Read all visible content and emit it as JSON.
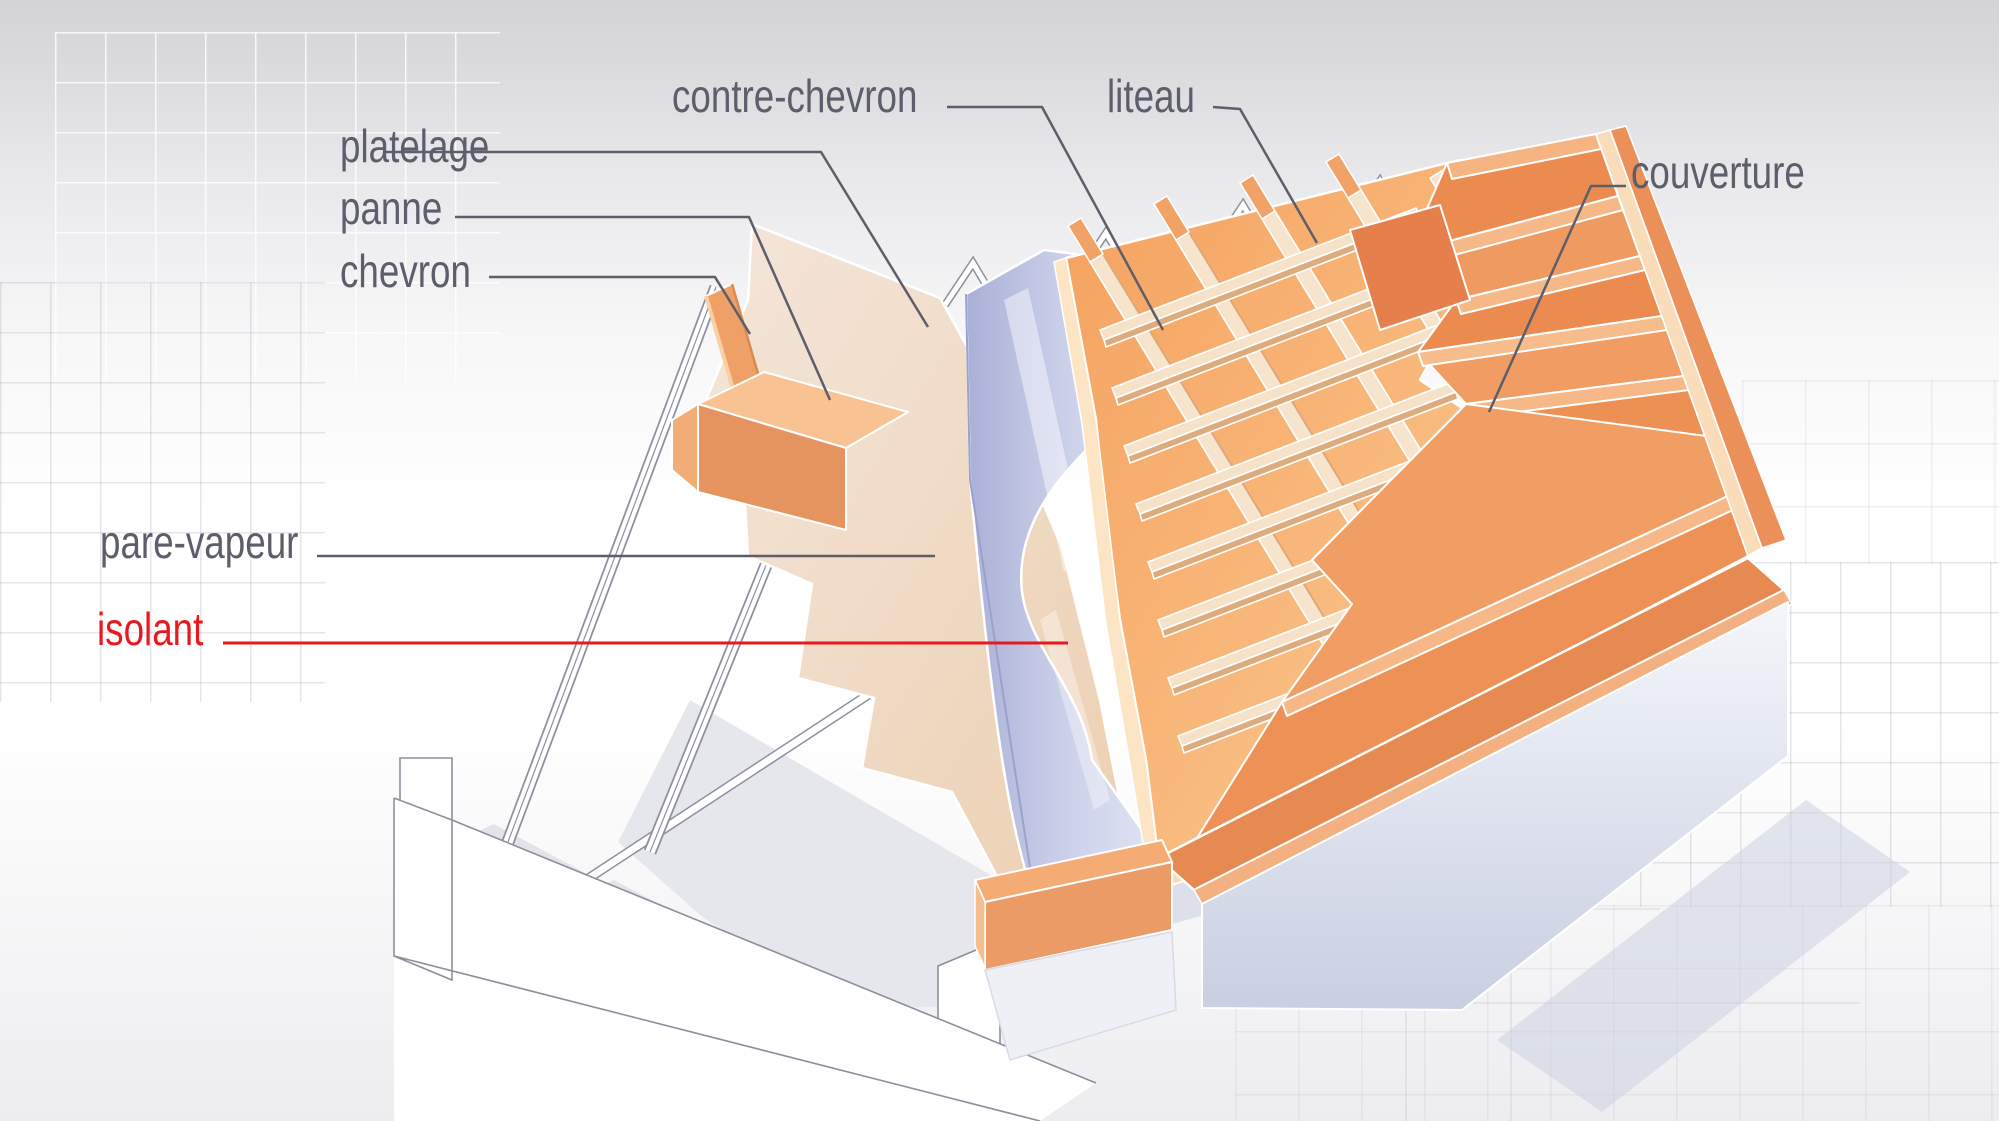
{
  "diagram": {
    "type": "technical-cutaway-illustration",
    "language": "fr",
    "labels": [
      {
        "id": "platelage",
        "text": "platelage",
        "color": "#5c5e6b",
        "emphasized": false
      },
      {
        "id": "panne",
        "text": "panne",
        "color": "#5c5e6b",
        "emphasized": false
      },
      {
        "id": "chevron",
        "text": "chevron",
        "color": "#5c5e6b",
        "emphasized": false
      },
      {
        "id": "contre-chevron",
        "text": "contre-chevron",
        "color": "#5c5e6b",
        "emphasized": false
      },
      {
        "id": "liteau",
        "text": "liteau",
        "color": "#5c5e6b",
        "emphasized": false
      },
      {
        "id": "couverture",
        "text": "couverture",
        "color": "#5c5e6b",
        "emphasized": false
      },
      {
        "id": "pare-vapeur",
        "text": "pare-vapeur",
        "color": "#5c5e6b",
        "emphasized": false
      },
      {
        "id": "isolant",
        "text": "isolant",
        "color": "#e8191e",
        "emphasized": true
      }
    ],
    "colors": {
      "label_text": "#5c5e6b",
      "leader_line": "#5c5e6b",
      "accent_red": "#e8191e",
      "tile_orange": "#ee9156",
      "insulation_orange": "#f8b072",
      "decking_beige": "#efd8c0",
      "vapor_barrier_blue": "#b9bfe0",
      "background_gray": "#d9d9dc"
    }
  }
}
